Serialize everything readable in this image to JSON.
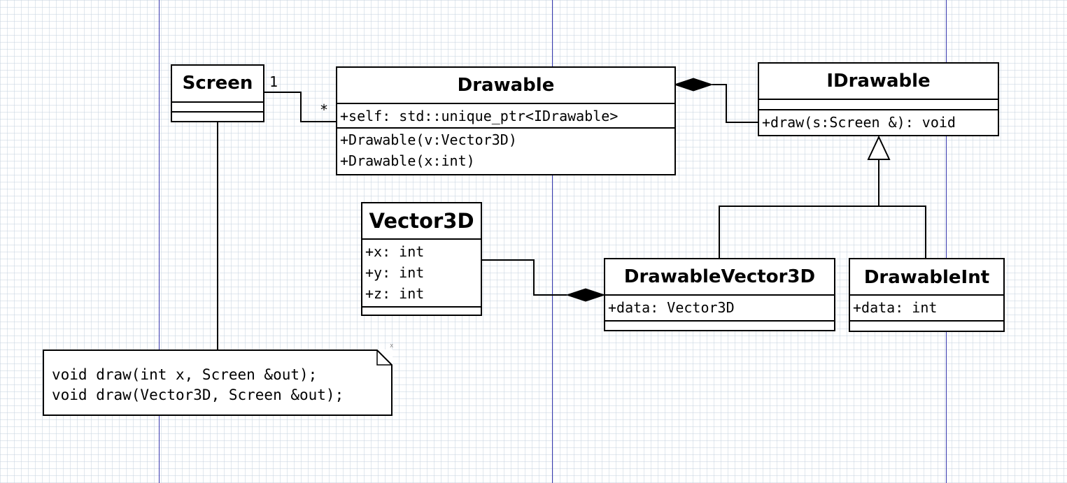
{
  "classes": {
    "screen": {
      "name": "Screen",
      "attributes": [],
      "operations": []
    },
    "drawable": {
      "name": "Drawable",
      "attributes": [
        "+self: std::unique_ptr<IDrawable>"
      ],
      "operations": [
        "+Drawable(v:Vector3D)",
        "+Drawable(x:int)"
      ]
    },
    "idrawable": {
      "name": "IDrawable",
      "attributes": [],
      "operations": [
        "+draw(s:Screen &): void"
      ]
    },
    "vector3d": {
      "name": "Vector3D",
      "attributes": [
        "+x: int",
        "+y: int",
        "+z: int"
      ],
      "operations": []
    },
    "drawablevector3d": {
      "name": "DrawableVector3D",
      "attributes": [
        "+data: Vector3D"
      ],
      "operations": []
    },
    "drawableint": {
      "name": "DrawableInt",
      "attributes": [
        "+data: int"
      ],
      "operations": []
    }
  },
  "associations": {
    "screen_drawable": {
      "source_multiplicity": "1",
      "target_multiplicity": "*"
    }
  },
  "note": {
    "lines": [
      "void draw(int x, Screen &out);",
      "void draw(Vector3D, Screen &out);"
    ],
    "corner_mark": "x"
  },
  "colors": {
    "grid": "#c8d4e1",
    "swimlane": "#3b3bb0",
    "line": "#000000"
  }
}
